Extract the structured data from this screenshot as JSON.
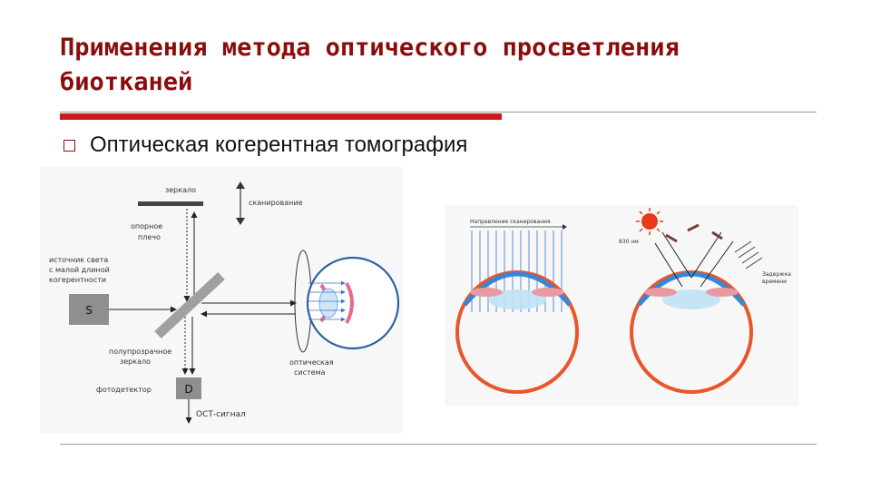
{
  "slide": {
    "title": "Применения метода оптического просветления биотканей",
    "bullet": "Оптическая когерентная томография"
  },
  "oct_diagram": {
    "mirror": "зеркало",
    "scanning": "сканирование",
    "reference_arm_1": "опорное",
    "reference_arm_2": "плечо",
    "source_1": "источник света",
    "source_2": "с малой длиной",
    "source_3": "когерентности",
    "source_box": "S",
    "beamsplitter_1": "полупрозрачное",
    "beamsplitter_2": "зеркало",
    "photodetector": "фотодетектор",
    "detector_box": "D",
    "signal": "ОСТ-сигнал",
    "optics_1": "оптическая",
    "optics_2": "система"
  },
  "eye_diagram": {
    "scan_direction": "Направление сканирования",
    "wavelength": "830 нм",
    "delay_1": "Задержка",
    "delay_2": "времени"
  },
  "colors": {
    "title": "#8b0c0c",
    "accent_rule": "#d01818",
    "eye_wall": "#e8562a",
    "cornea": "#3a86d6",
    "beam": "#3a70c8",
    "sun": "#e83a1a"
  }
}
